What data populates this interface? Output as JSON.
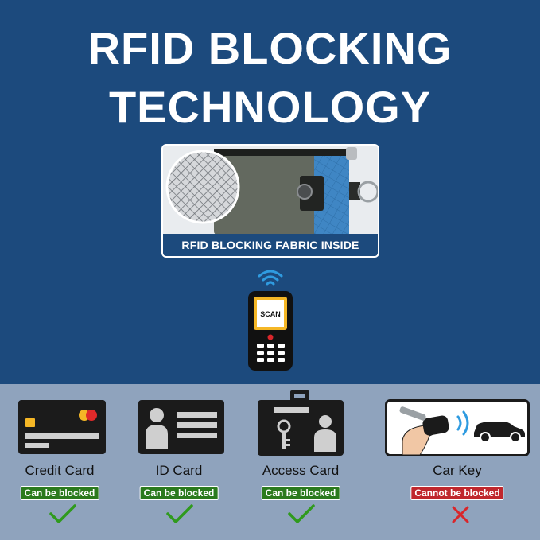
{
  "title": {
    "line1": "RFID BLOCKING",
    "line2": "TECHNOLOGY"
  },
  "product": {
    "caption": "RFID BLOCKING FABRIC INSIDE"
  },
  "scanner": {
    "label": "SCAN"
  },
  "cards": [
    {
      "label": "Credit Card",
      "status": "Can be blocked",
      "blocked": true
    },
    {
      "label": "ID Card",
      "status": "Can be blocked",
      "blocked": true
    },
    {
      "label": "Access Card",
      "status": "Can be blocked",
      "blocked": true
    },
    {
      "label": "Car Key",
      "status": "Cannot be blocked",
      "blocked": false
    }
  ],
  "colors": {
    "top_background": "#1c4a7d",
    "bottom_background": "#8fa3bd",
    "ok_green": "#2b7a1d",
    "fail_red": "#c0272d",
    "wifi_blue": "#2f9be0",
    "scanner_screen": "#f5b726"
  }
}
